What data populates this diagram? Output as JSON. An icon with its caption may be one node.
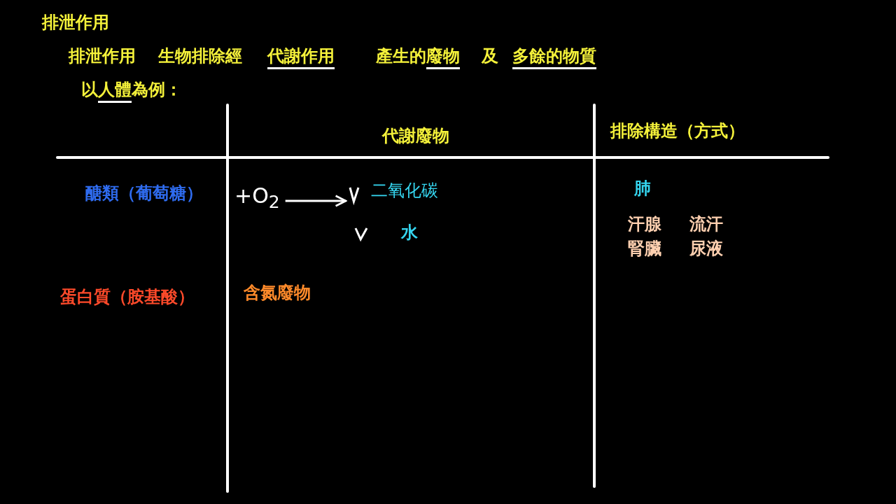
{
  "diagram": {
    "title": "排泄作用",
    "nodes": [
      {
        "text": [
          "+O$_{2}$"
        ]
      },
      {
        "text": [
          "二氧化碳"
        ]
      }
    ],
    "edges": [
      {
        "from": 0,
        "to": 1,
        "arrow": "to"
      }
    ],
    "labels": [
      "排泄作用",
      "生物排除經",
      "代謝作用",
      "產生的廢物",
      "及",
      "多餘的物質",
      "以人體為例：",
      "代謝廢物",
      "排除構造（方式）",
      "醣類（葡萄糖）",
      "水",
      "蛋白質（胺基酸）",
      "含氮廢物",
      "肺",
      "汗腺",
      "流汗",
      "腎臟",
      "尿液"
    ]
  }
}
